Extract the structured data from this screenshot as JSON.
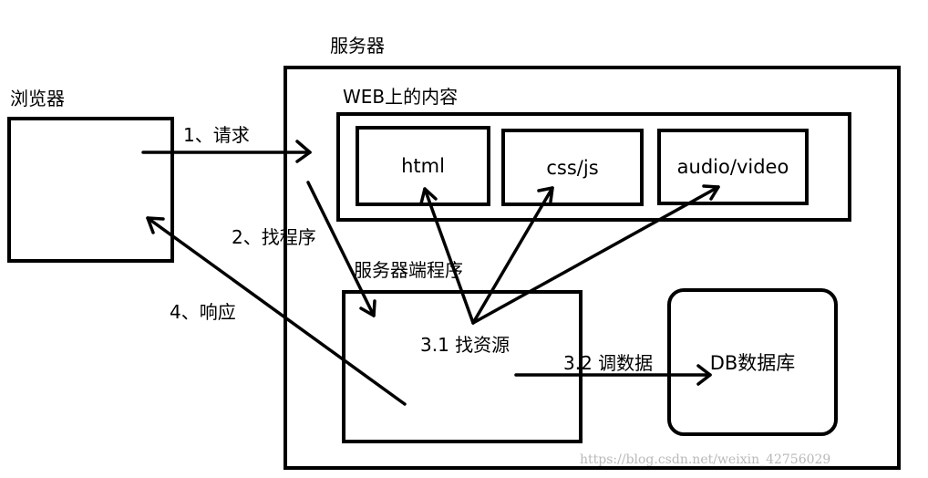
{
  "labels": {
    "server": "服务器",
    "browser": "浏览器",
    "web_content": "WEB上的内容",
    "server_program": "服务器端程序",
    "db": "DB数据库"
  },
  "resources": [
    "html",
    "css/js",
    "audio/video"
  ],
  "steps": {
    "request": "1、请求",
    "find_program": "2、找程序",
    "find_resource": "3.1 找资源",
    "fetch_data": "3.2 调数据",
    "respond": "4、响应"
  },
  "watermark": "https://blog.csdn.net/weixin_42756029"
}
